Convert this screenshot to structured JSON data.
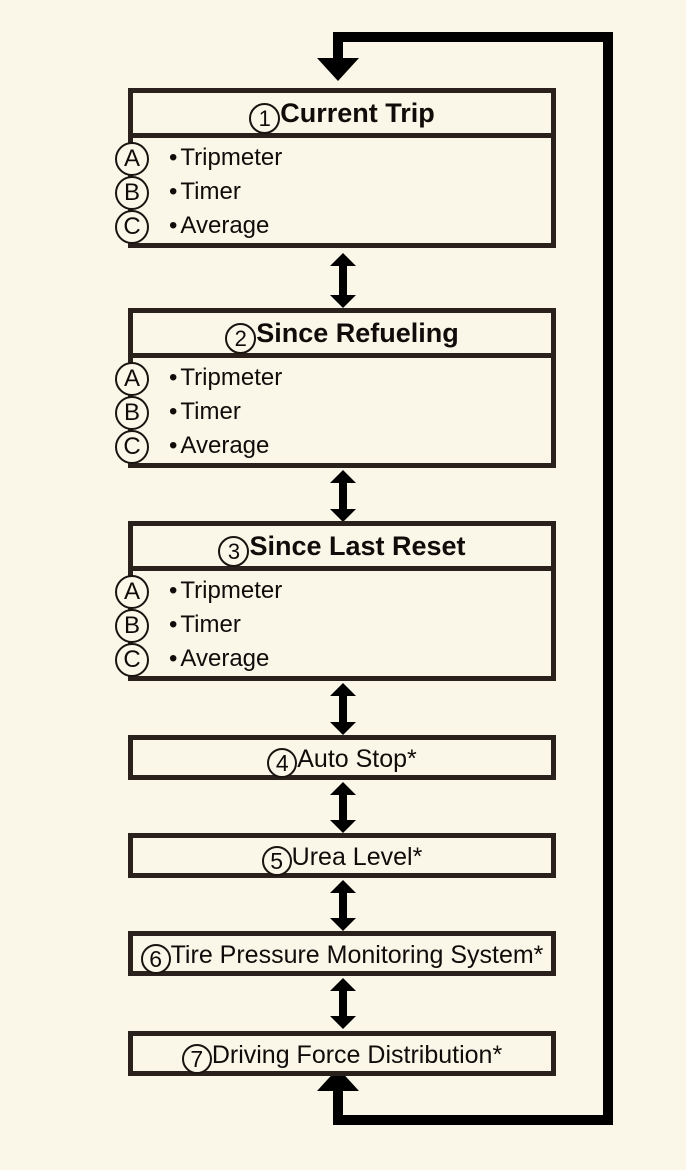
{
  "diagram": {
    "type": "flowchart-cycle",
    "background_color": "#faf7e8",
    "line_color": "#000000",
    "border_color": "#2b211c",
    "text_color": "#100c0a",
    "footnote_marker": "*",
    "bullet": "•"
  },
  "nodes": [
    {
      "number": "1",
      "title": "Current Trip",
      "bold_title": true,
      "items": [
        {
          "marker": "A",
          "label": "Tripmeter"
        },
        {
          "marker": "B",
          "label": "Timer"
        },
        {
          "marker": "C",
          "label": "Average"
        }
      ]
    },
    {
      "number": "2",
      "title": "Since Refueling",
      "bold_title": true,
      "items": [
        {
          "marker": "A",
          "label": "Tripmeter"
        },
        {
          "marker": "B",
          "label": "Timer"
        },
        {
          "marker": "C",
          "label": "Average"
        }
      ]
    },
    {
      "number": "3",
      "title": "Since Last Reset",
      "bold_title": true,
      "items": [
        {
          "marker": "A",
          "label": "Tripmeter"
        },
        {
          "marker": "B",
          "label": "Timer"
        },
        {
          "marker": "C",
          "label": "Average"
        }
      ]
    },
    {
      "number": "4",
      "title": "Auto Stop*",
      "bold_title": false,
      "items": []
    },
    {
      "number": "5",
      "title": "Urea Level*",
      "bold_title": false,
      "items": []
    },
    {
      "number": "6",
      "title": "Tire Pressure Monitoring System*",
      "bold_title": false,
      "items": []
    },
    {
      "number": "7",
      "title": "Driving Force Distribution*",
      "bold_title": false,
      "items": []
    }
  ],
  "connectors": {
    "between_nodes": "double-headed-vertical-arrow",
    "wrap_around_label": "loop-back from node 7 to node 1"
  }
}
